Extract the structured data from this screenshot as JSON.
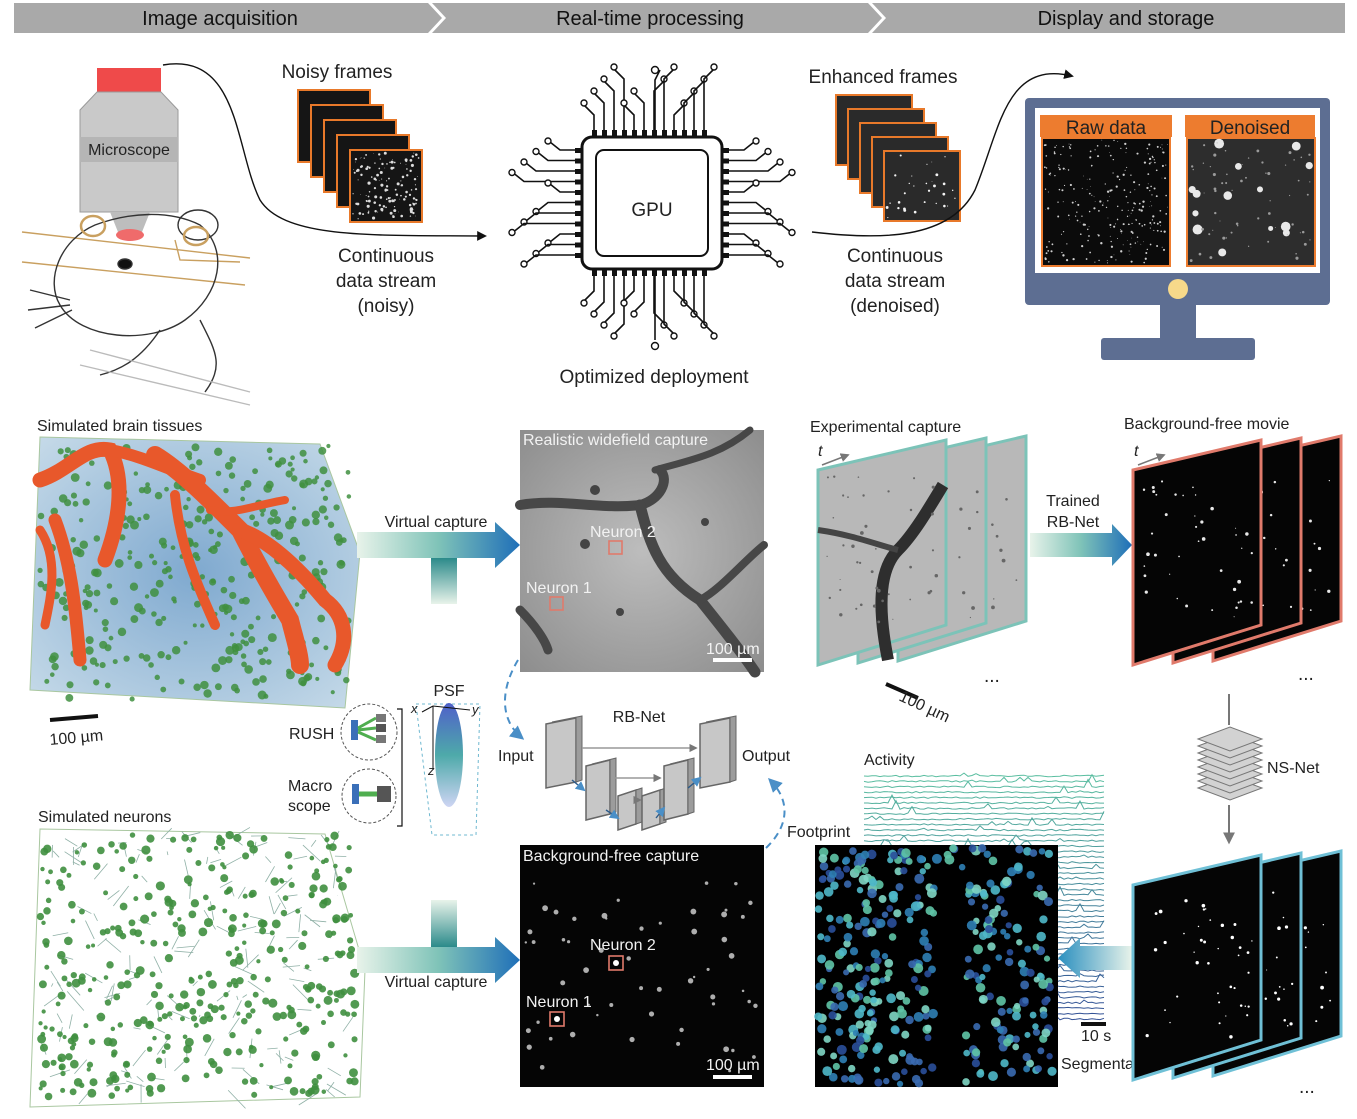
{
  "banner": {
    "stage1": "Image acquisition",
    "stage2": "Real-time processing",
    "stage3": "Display and storage"
  },
  "top": {
    "microscope": "Microscope",
    "noisy_frames": "Noisy frames",
    "stream_noisy": [
      "Continuous",
      "data stream",
      "(noisy)"
    ],
    "gpu": "GPU",
    "optimized": "Optimized deployment",
    "enhanced_frames": "Enhanced frames",
    "stream_denoised": [
      "Continuous",
      "data stream",
      "(denoised)"
    ],
    "raw_data": "Raw data",
    "denoised": "Denoised"
  },
  "bottom": {
    "sim_brain": "Simulated brain tissues",
    "scale_100um": "100 µm",
    "virtual_capture": "Virtual capture",
    "realistic": "Realistic widefield capture",
    "neuron1": "Neuron 1",
    "neuron2": "Neuron 2",
    "experimental": "Experimental capture",
    "t": "t",
    "trained": [
      "Trained",
      "RB-Net"
    ],
    "bg_free_movie": "Background-free movie",
    "psf": "PSF",
    "axis_x": "x",
    "axis_y": "y",
    "axis_z": "z",
    "rush": "RUSH",
    "macroscope": [
      "Macro",
      "scope"
    ],
    "rbnet": "RB-Net",
    "input": "Input",
    "output": "Output",
    "nsnet": "NS-Net",
    "activity": "Activity",
    "footprint": "Footprint",
    "sim_neurons": "Simulated neurons",
    "bg_free_capture": "Background-free capture",
    "ten_s": "10 s",
    "segmentation": "Segmentation",
    "ellipsis": "..."
  },
  "colors": {
    "banner": "#a7a7a7",
    "orange": "#e8792a",
    "vessel": "#e8532a",
    "teal": "#7cc3b8",
    "salmon": "#e07a6b",
    "cyan": "#6fc0d6",
    "neuron_green": "#3c8f3c",
    "monitor": "#5c6f93"
  }
}
